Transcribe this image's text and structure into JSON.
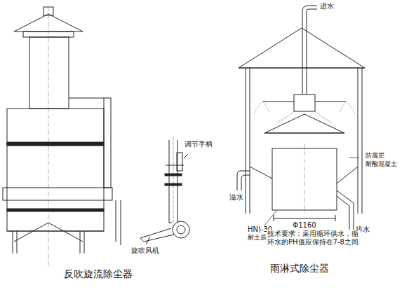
{
  "diagram": {
    "labels": [
      "调节手柄",
      "旋吹风机",
      "进水",
      "溢水",
      "排水",
      "防腐层",
      "耐酸混凝土",
      "Φ1160",
      "HN)-30",
      "耐土质隔火砖",
      "技术要求：采用循环供水，循环水的PH值应保持在7-8之间",
      "反吹旋流除尘器",
      "雨淋式除尘器"
    ]
  }
}
